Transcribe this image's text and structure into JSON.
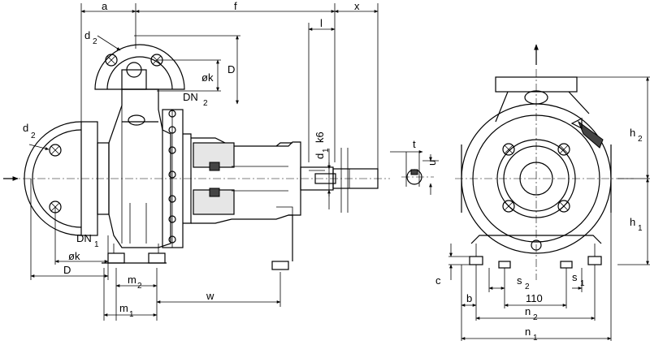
{
  "drawing": {
    "labels": {
      "a": "a",
      "f": "f",
      "x": "x",
      "l": "l",
      "d2_main": "d",
      "d2_main_sub": "2",
      "d2_left": "d",
      "d2_left_sub": "2",
      "phik_top": "øk",
      "D_top": "D",
      "DN2": "DN",
      "DN2_sub": "2",
      "d1k6": "d",
      "d1k6_sub": "1",
      "d1k6_suffix": "k6",
      "t": "t",
      "u": "u",
      "DN1": "DN",
      "DN1_sub": "1",
      "phik_left": "øk",
      "D_left": "D",
      "m2": "m",
      "m2_sub": "2",
      "m1": "m",
      "m1_sub": "1",
      "w": "w",
      "h2": "h",
      "h2_sub": "2",
      "h1": "h",
      "h1_sub": "1",
      "c": "c",
      "s2": "s",
      "s2_sub": "2",
      "s1": "s",
      "s1_sub": "1",
      "dim110": "110",
      "b": "b",
      "n2": "n",
      "n2_sub": "2",
      "n1": "n",
      "n1_sub": "1"
    }
  }
}
